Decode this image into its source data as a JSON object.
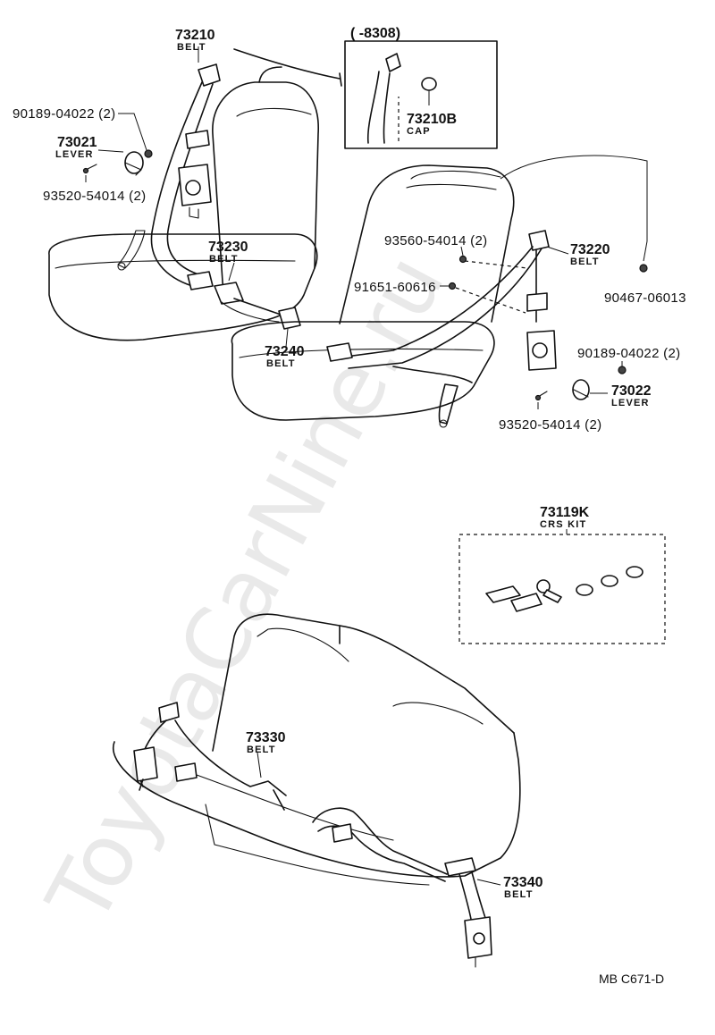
{
  "watermark": "ToyotaCarNine.ru",
  "diagram_code": "MB  C671-D",
  "inset": {
    "range_label": "(        -8308)"
  },
  "parts": {
    "p73210": {
      "number": "73210",
      "name": "BELT"
    },
    "p73210b": {
      "number": "73210B",
      "name": "CAP"
    },
    "p90189_left": {
      "number": "90189-04022 (2)"
    },
    "p73021": {
      "number": "73021",
      "name": "LEVER"
    },
    "p93520_left": {
      "number": "93520-54014 (2)"
    },
    "p73230": {
      "number": "73230",
      "name": "BELT"
    },
    "p73240": {
      "number": "73240",
      "name": "BELT"
    },
    "p93560": {
      "number": "93560-54014 (2)"
    },
    "p91651": {
      "number": "91651-60616"
    },
    "p73220": {
      "number": "73220",
      "name": "BELT"
    },
    "p90467": {
      "number": "90467-06013"
    },
    "p90189_right": {
      "number": "90189-04022 (2)"
    },
    "p73022": {
      "number": "73022",
      "name": "LEVER"
    },
    "p93520_right": {
      "number": "93520-54014 (2)"
    },
    "p73119k": {
      "number": "73119K",
      "name": "CRS KIT"
    },
    "p73330": {
      "number": "73330",
      "name": "BELT"
    },
    "p73340": {
      "number": "73340",
      "name": "BELT"
    }
  }
}
